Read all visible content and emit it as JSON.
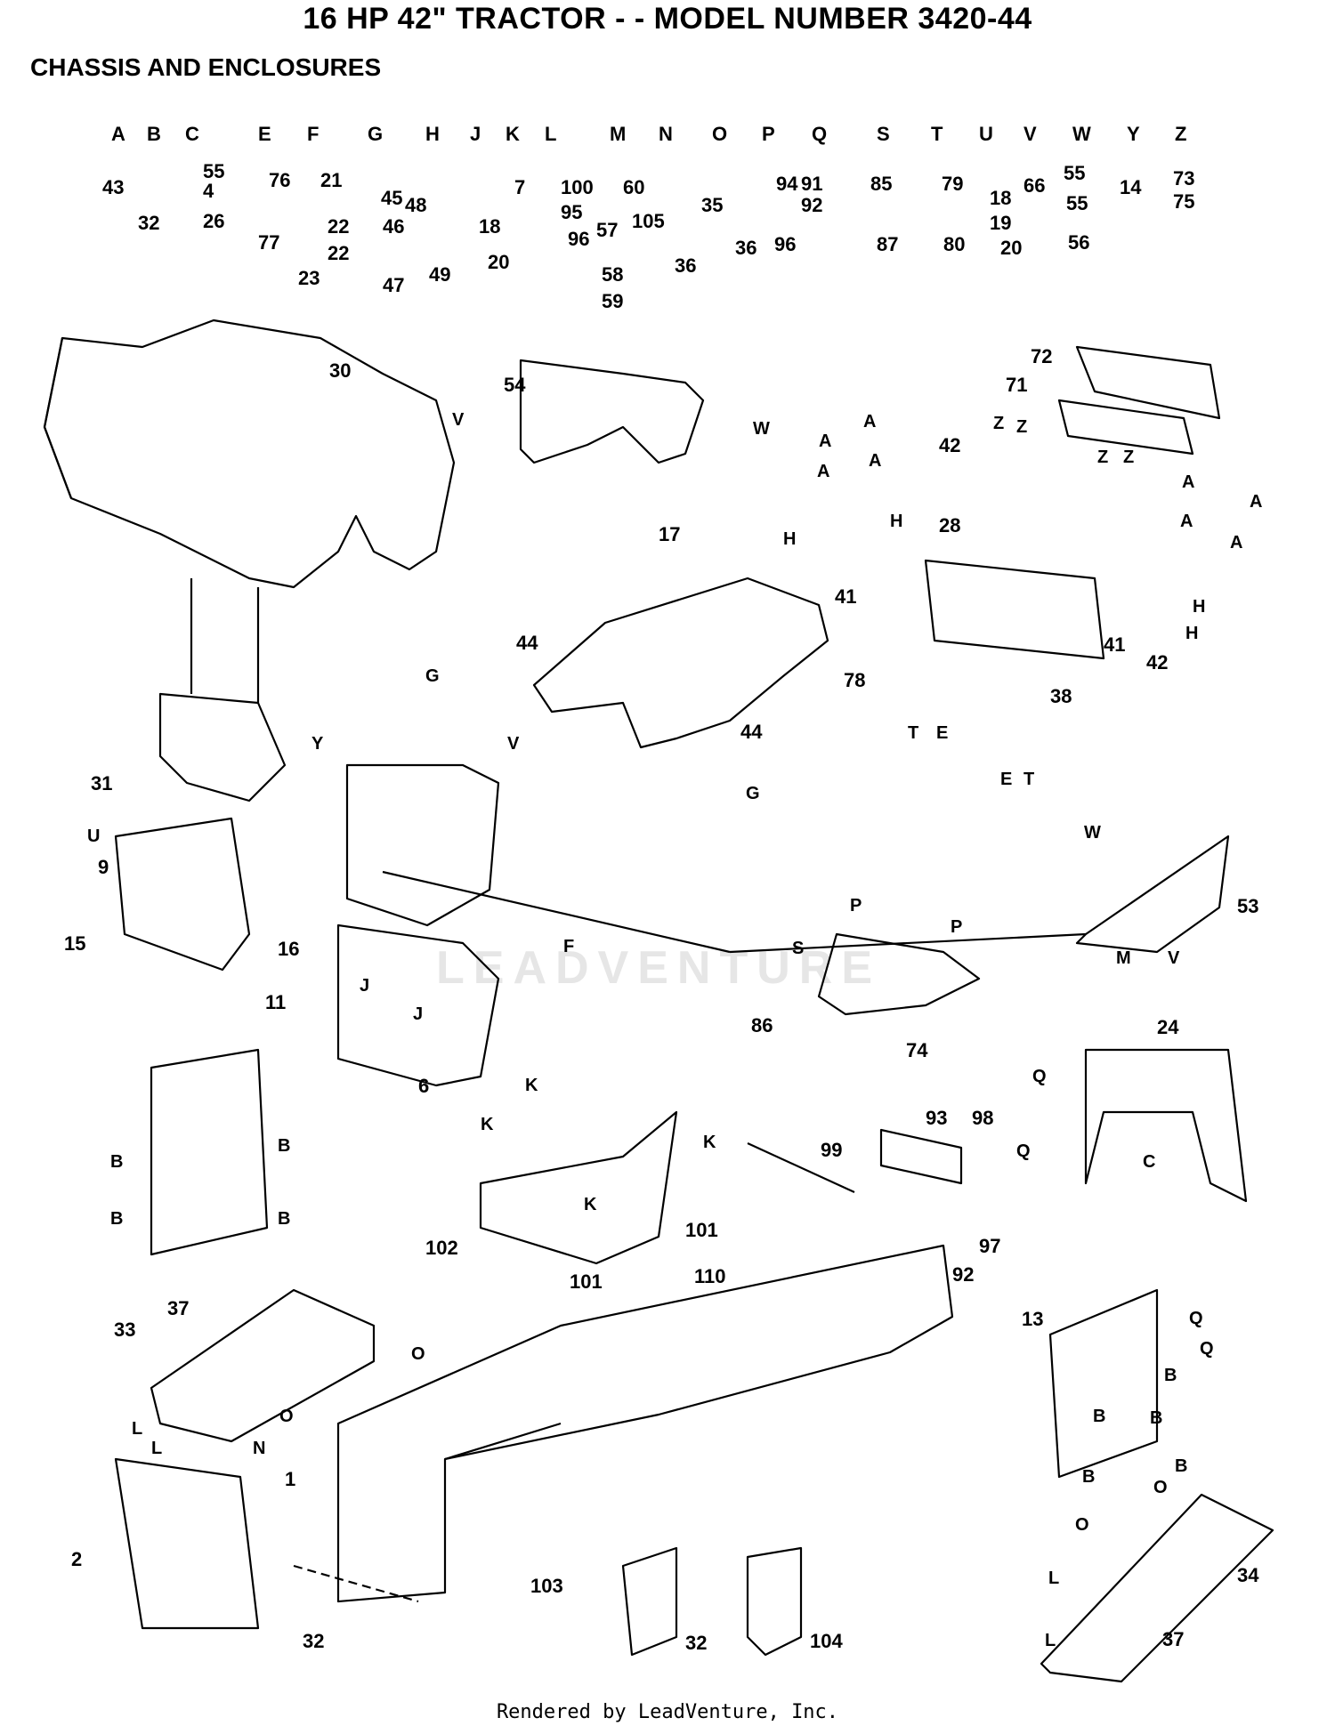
{
  "title": "16 HP 42\" TRACTOR - - MODEL NUMBER 3420-44",
  "subtitle": "CHASSIS AND ENCLOSURES",
  "footer": "Rendered by LeadVenture, Inc.",
  "watermark": "LEADVENTURE",
  "hardware_letters": [
    "A",
    "B",
    "C",
    "E",
    "F",
    "G",
    "H",
    "J",
    "K",
    "L",
    "M",
    "N",
    "O",
    "P",
    "Q",
    "S",
    "T",
    "U",
    "V",
    "W",
    "Y",
    "Z"
  ],
  "hardware_numbers": [
    "43",
    "32",
    "55",
    "4",
    "26",
    "76",
    "77",
    "21",
    "22",
    "22",
    "23",
    "45",
    "46",
    "47",
    "48",
    "49",
    "18",
    "20",
    "7",
    "100",
    "95",
    "96",
    "60",
    "57",
    "58",
    "59",
    "105",
    "36",
    "35",
    "36",
    "94",
    "96",
    "91",
    "92",
    "85",
    "87",
    "79",
    "80",
    "18",
    "19",
    "20",
    "66",
    "55",
    "55",
    "56",
    "14",
    "73",
    "75"
  ],
  "part_numbers": [
    "30",
    "54",
    "72",
    "71",
    "42",
    "28",
    "41",
    "41",
    "42",
    "17",
    "44",
    "44",
    "78",
    "38",
    "31",
    "9",
    "15",
    "16",
    "53",
    "11",
    "6",
    "86",
    "74",
    "24",
    "93",
    "98",
    "99",
    "97",
    "92",
    "102",
    "101",
    "101",
    "110",
    "37",
    "33",
    "13",
    "1",
    "2",
    "32",
    "103",
    "32",
    "104",
    "34",
    "37"
  ],
  "ref_letters": [
    "V",
    "W",
    "Z",
    "Z",
    "Z",
    "Z",
    "A",
    "A",
    "A",
    "A",
    "H",
    "H",
    "A",
    "A",
    "A",
    "A",
    "H",
    "H",
    "G",
    "G",
    "T",
    "E",
    "E",
    "T",
    "Y",
    "V",
    "U",
    "F",
    "W",
    "M",
    "V",
    "P",
    "P",
    "S",
    "J",
    "J",
    "K",
    "K",
    "K",
    "K",
    "Q",
    "Q",
    "C",
    "B",
    "B",
    "B",
    "B",
    "O",
    "L",
    "L",
    "N",
    "O",
    "Q",
    "Q",
    "B",
    "B",
    "B",
    "B",
    "B",
    "O",
    "O",
    "L",
    "L"
  ]
}
